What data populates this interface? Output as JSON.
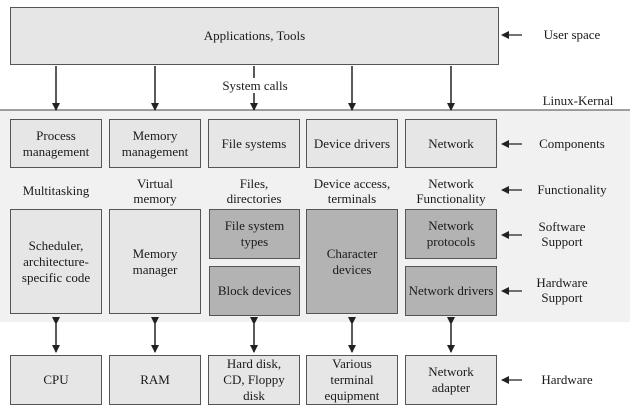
{
  "user_space": {
    "box_label": "Applications, Tools",
    "side_label": "User space"
  },
  "system_calls": "System calls",
  "kernel_label": "Linux-Kernal",
  "components": {
    "side_label": "Components",
    "items": [
      "Process management",
      "Memory management",
      "File systems",
      "Device drivers",
      "Network"
    ]
  },
  "functionality": {
    "side_label": "Functionality",
    "items": [
      "Multitasking",
      "Virtual memory",
      "Files, directories",
      "Device access, terminals",
      "Network Functionality"
    ]
  },
  "software_support": {
    "side_label": "Software Support",
    "scheduler": "Scheduler, architecture-specific code",
    "memory_manager": "Memory manager",
    "file_system_types": "File system types",
    "character_devices": "Character devices",
    "network_protocols": "Network protocols"
  },
  "hardware_support": {
    "side_label": "Hardware Support",
    "block_devices": "Block devices",
    "network_drivers": "Network drivers"
  },
  "hardware": {
    "side_label": "Hardware",
    "items": [
      "CPU",
      "RAM",
      "Hard disk, CD, Floppy disk",
      "Various terminal equipment",
      "Network adapter"
    ]
  }
}
